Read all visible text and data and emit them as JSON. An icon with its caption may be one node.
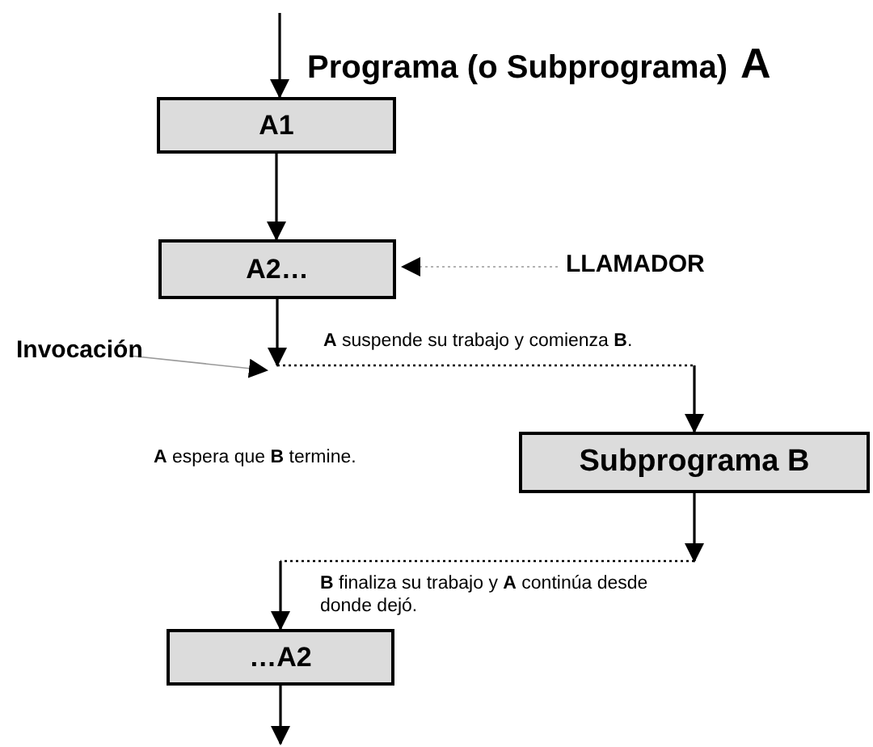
{
  "diagram": {
    "title": "Programa (o Subprograma) A",
    "nodes": [
      {
        "text": [
          "A1"
        ]
      },
      {
        "text": [
          "A2…"
        ]
      },
      {
        "text": [
          "Subprograma B"
        ]
      },
      {
        "text": [
          "…A2"
        ]
      },
      {
        "text": [
          "LLAMADOR"
        ]
      },
      {
        "text": [
          "Invocación"
        ]
      }
    ],
    "edges": [
      {
        "from": null,
        "to": 0,
        "arrow": "to"
      },
      {
        "from": 0,
        "to": 1,
        "arrow": "to"
      },
      {
        "from": 1,
        "to": 2,
        "arrow": "to",
        "label": "**A** suspende su trabajo y comienza **B**.",
        "style": "dashed"
      },
      {
        "from": 2,
        "to": 3,
        "arrow": "to",
        "label": "**B** finaliza su trabajo y **A** continúa desde donde dejó.",
        "style": "dashed"
      },
      {
        "from": 3,
        "to": null,
        "arrow": "to"
      },
      {
        "from": 4,
        "to": 1,
        "arrow": "to",
        "style": "dashed",
        "color": "#999999"
      },
      {
        "from": 5,
        "to": null,
        "arrow": "to",
        "color": "#999999"
      }
    ],
    "labels": [
      "**A** espera que **B** termine."
    ]
  }
}
